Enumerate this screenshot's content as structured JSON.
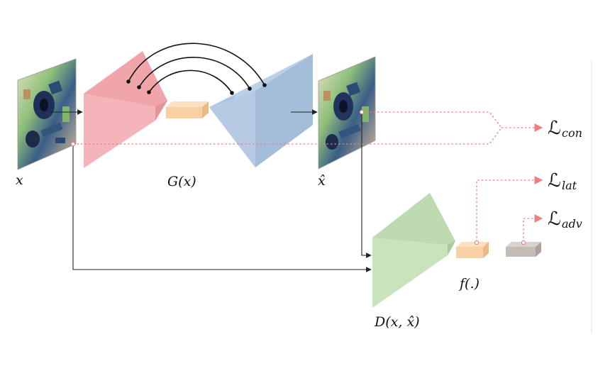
{
  "labels": {
    "input": "x",
    "generator": "G(x)",
    "reconstruction": "x̂",
    "discriminator": "D(x, x̂)",
    "features": "f(.)"
  },
  "losses": {
    "symbol": "ℒ",
    "con": "con",
    "lat": "lat",
    "adv": "adv"
  },
  "colors": {
    "encoder": "#f0a5ab",
    "decoder": "#a9c3df",
    "latent": "#f9cfa4",
    "discriminator": "#bddab0",
    "classifier": "#c4bcb6",
    "loss_path": "#f07d7d",
    "arrow": "#222222"
  }
}
